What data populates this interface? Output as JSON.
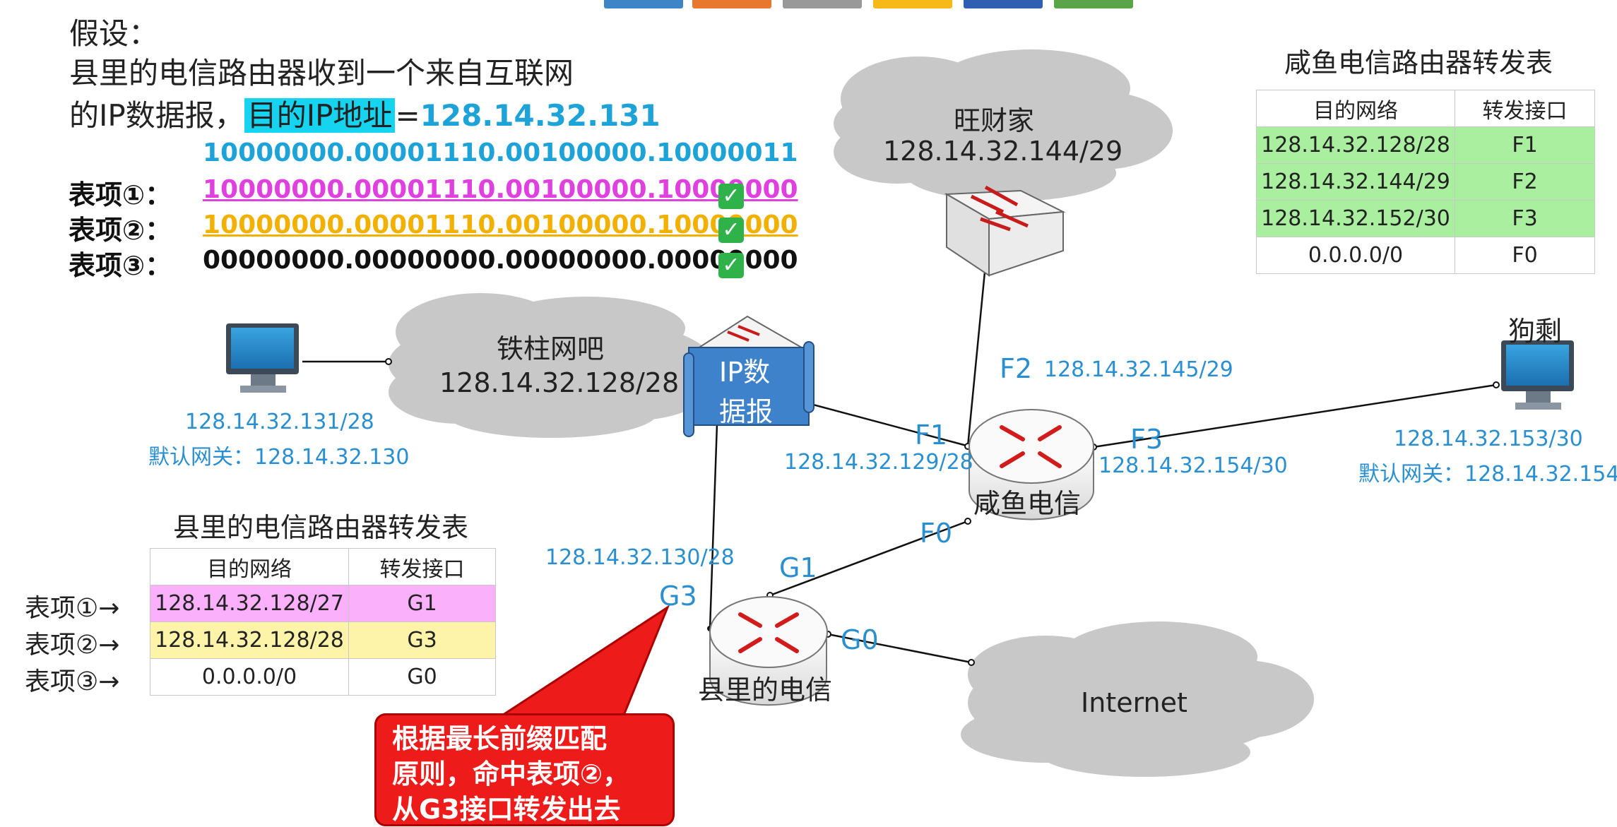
{
  "top_tabs": [
    "#3d85c6",
    "#e8782d",
    "#999999",
    "#f6b917",
    "#2f5fb0",
    "#5aa54a"
  ],
  "assumption": {
    "title": "假设：",
    "line1": "县里的电信路由器收到一个来自互联网",
    "line2_prefix": "的IP数据报，",
    "dest_label": "目的IP地址",
    "eq": "=",
    "dest_ip": "128.14.32.131",
    "dest_bin": "10000000.00001110.00100000.10000011",
    "entries": [
      {
        "label": "表项①：",
        "bin": "10000000.00001110.00100000.10000000",
        "color": "#e040e0"
      },
      {
        "label": "表项②：",
        "bin": "10000000.00001110.00100000.10000000",
        "color": "#f2b100"
      },
      {
        "label": "表项③：",
        "bin": "00000000.00000000.00000000.00000000",
        "color": "#111111"
      }
    ]
  },
  "xianyu_table": {
    "title": "咸鱼电信路由器转发表",
    "headers": [
      "目的网络",
      "转发接口"
    ],
    "rows": [
      [
        "128.14.32.128/28",
        "F1"
      ],
      [
        "128.14.32.144/29",
        "F2"
      ],
      [
        "128.14.32.152/30",
        "F3"
      ],
      [
        "0.0.0.0/0",
        "F0"
      ]
    ],
    "highlight_color": "#a9ef9f"
  },
  "county_table": {
    "title": "县里的电信路由器转发表",
    "headers": [
      "目的网络",
      "转发接口"
    ],
    "row_labels": [
      "表项①→",
      "表项②→",
      "表项③→"
    ],
    "rows": [
      [
        "128.14.32.128/27",
        "G1"
      ],
      [
        "128.14.32.128/28",
        "G3"
      ],
      [
        "0.0.0.0/0",
        "G0"
      ]
    ],
    "row_colors": [
      "#fbb0fb",
      "#fdf3a9",
      "#ffffff"
    ]
  },
  "network": {
    "wangcaijia": {
      "name": "旺财家",
      "net": "128.14.32.144/29"
    },
    "tiezhu": {
      "name": "铁柱网吧",
      "net": "128.14.32.128/28"
    },
    "internet": "Internet",
    "pc_left": {
      "ip": "128.14.32.131/28",
      "gw": "默认网关：128.14.32.130"
    },
    "pc_right": {
      "name": "狗剩",
      "ip": "128.14.32.153/30",
      "gw": "默认网关：128.14.32.154"
    },
    "router_xianyu": "咸鱼电信",
    "router_county": "县里的电信",
    "if_F1": "F1",
    "if_F1_ip": "128.14.32.129/28",
    "if_F2": "F2",
    "if_F2_ip": "128.14.32.145/29",
    "if_F3": "F3",
    "if_F3_ip": "128.14.32.154/30",
    "if_F0": "F0",
    "if_G1": "G1",
    "if_G0": "G0",
    "if_G3": "G3",
    "if_G3_ip": "128.14.32.130/28",
    "packet_line1": "IP数",
    "packet_line2": "据报"
  },
  "callout": {
    "line1": "根据最长前缀匹配",
    "line2": "原则，命中表项②，",
    "line3": "从G3接口转发出去"
  }
}
